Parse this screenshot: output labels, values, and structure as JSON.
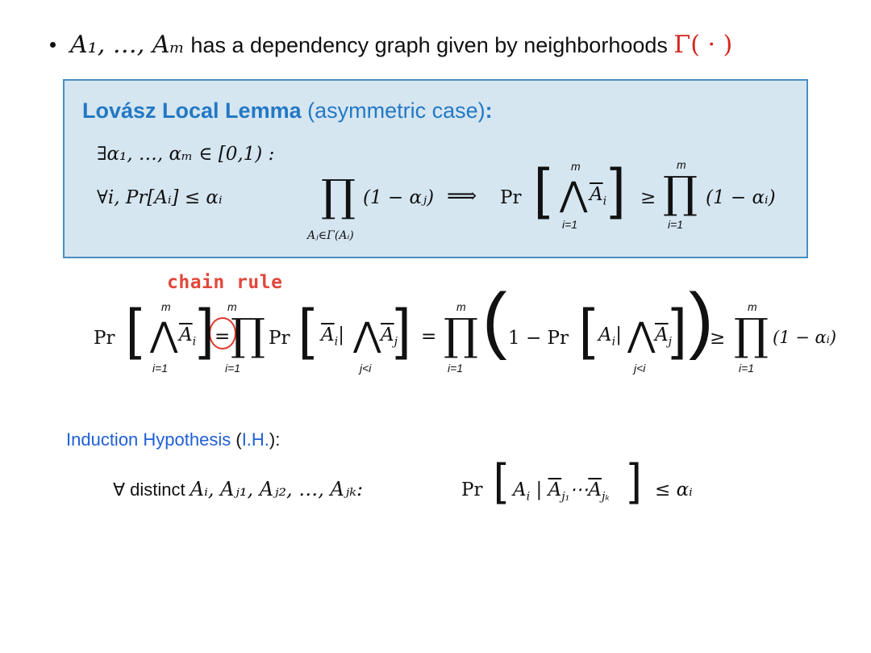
{
  "bullet": {
    "events": "A₁, …, Aₘ",
    "text": "has a dependency graph given by neighborhoods",
    "gamma": "Γ( · )"
  },
  "lemma": {
    "title_bold": "Lovász Local Lemma",
    "title_paren": "(asymmetric case)",
    "title_colon": ":",
    "condition_line1": "∃α₁, …, αₘ ∈ [0,1) :",
    "condition_line2_prefix": "∀i,    Pr[Aᵢ] ≤ αᵢ",
    "product_subscript": "Aⱼ∈Γ(Aᵢ)",
    "condition_line2_factor": "(1 − αⱼ)",
    "implies": "⟹",
    "conclusion_pr": "Pr",
    "conclusion_rhs": "≥",
    "conclusion_factor": "(1 − αᵢ)",
    "upper_limit": "m",
    "lower_limit": "i=1"
  },
  "chain_rule": {
    "label": "chain rule",
    "pr": "Pr",
    "eq": "=",
    "one_minus_pr": "1 − Pr",
    "geq": "≥",
    "factor": "(1 − αᵢ)",
    "upper_limit": "m",
    "lower_limit": "i=1",
    "cond_subscript": "j<i"
  },
  "induction": {
    "label": "Induction Hypothesis",
    "abbr": "I.H.",
    "paren_open": "(",
    "paren_close": ")",
    "colon": ":",
    "forall": "∀ distinct",
    "events": "Aᵢ, Aⱼ₁, Aⱼ₂, …, Aⱼₖ:",
    "pr": "Pr",
    "le": "≤ αᵢ"
  }
}
